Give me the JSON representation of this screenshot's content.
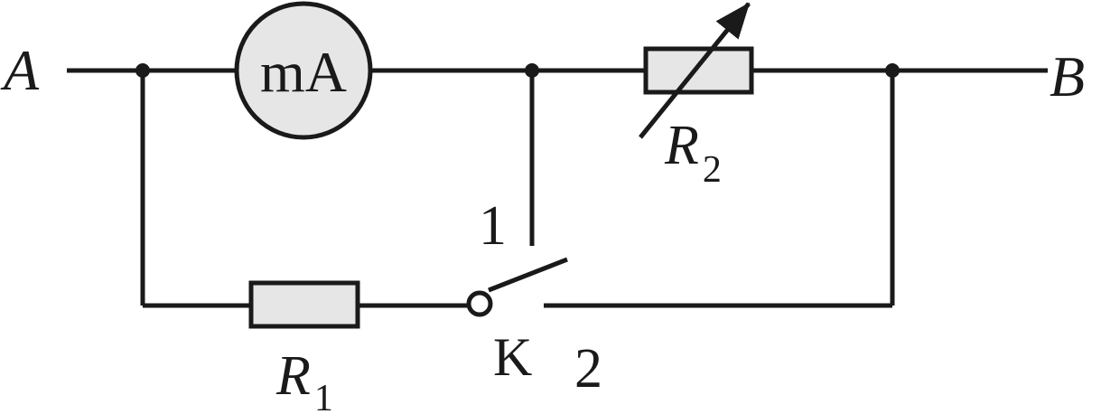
{
  "terminals": {
    "left": "A",
    "right": "B"
  },
  "meter": {
    "label": "mA"
  },
  "resistors": {
    "r1": {
      "symbol": "R",
      "subscript": "1"
    },
    "r2": {
      "symbol": "R",
      "subscript": "2"
    }
  },
  "switch": {
    "label": "K",
    "contact_1": "1",
    "contact_2": "2"
  },
  "colors": {
    "line": "#1a1a1a",
    "component_fill": "#e6e6e6"
  }
}
